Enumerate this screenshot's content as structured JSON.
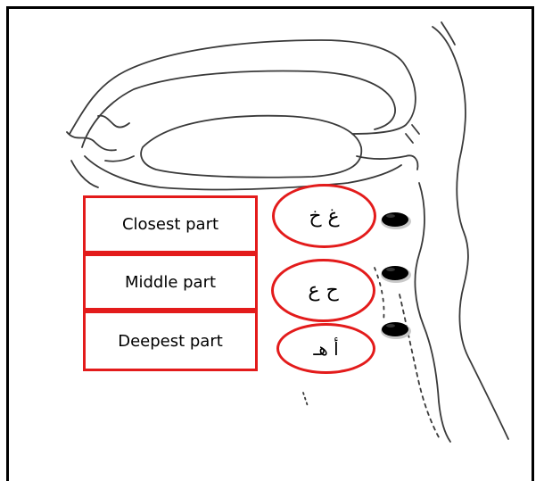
{
  "diagram": {
    "rows": [
      {
        "part_label": "Closest part",
        "letters": "غ خ"
      },
      {
        "part_label": "Middle part",
        "letters": "ح ع"
      },
      {
        "part_label": "Deepest part",
        "letters": "أ هـ"
      }
    ]
  },
  "colors": {
    "box_border": "#e31b1b",
    "frame": "#000000",
    "sketch_line": "#3a3a3a"
  },
  "icons": {
    "marker": "black-dot-marker-icon",
    "sketch": "head-throat-sketch-icon"
  }
}
